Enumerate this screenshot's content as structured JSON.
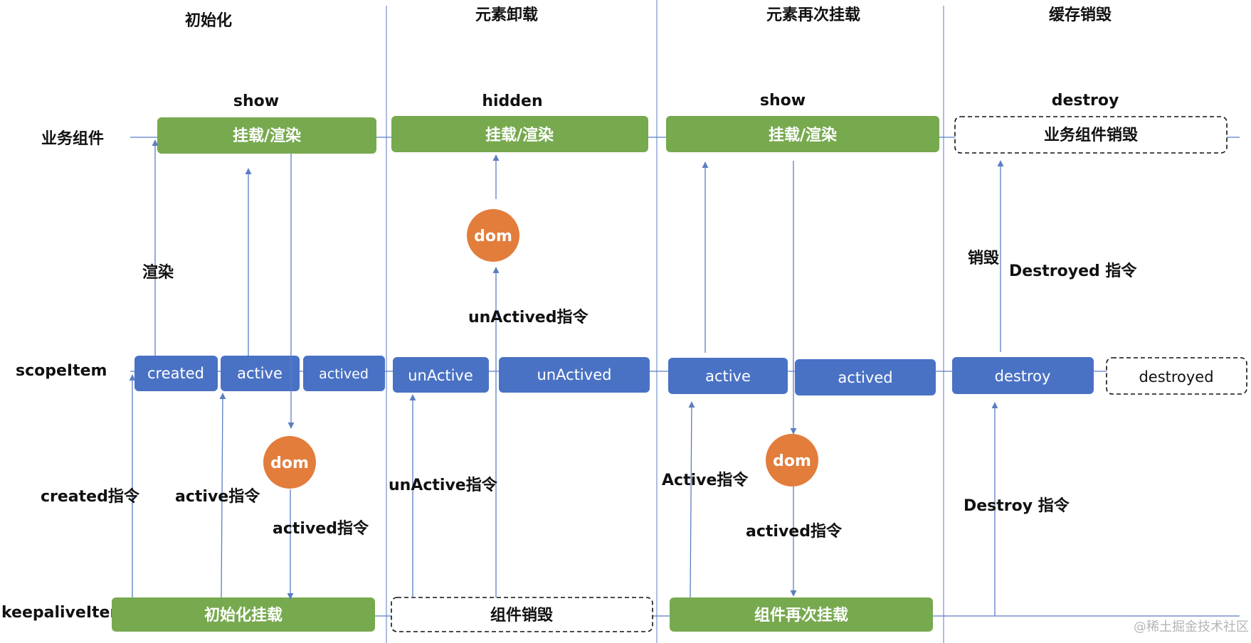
{
  "phases": [
    "初始化",
    "元素卸载",
    "元素再次挂载",
    "缓存销毁"
  ],
  "row_labels": {
    "business": "业务组件",
    "scope": "scopeItem",
    "keepalive": "keepaliveItem"
  },
  "states": [
    "show",
    "hidden",
    "show",
    "destroy"
  ],
  "business_boxes": [
    "挂载/渲染",
    "挂载/渲染",
    "挂载/渲染",
    "业务组件销毁"
  ],
  "scope_boxes": [
    "created",
    "active",
    "actived",
    "unActive",
    "unActived",
    "active",
    "actived",
    "destroy",
    "destroyed"
  ],
  "keepalive_boxes": [
    "初始化挂载",
    "组件销毁",
    "组件再次挂载"
  ],
  "dom_label": "dom",
  "annotations": {
    "render": "渲染",
    "created_cmd": "created指令",
    "active_cmd": "active指令",
    "actived_cmd_1": "actived指令",
    "unactived_cmd": "unActived指令",
    "unactive_cmd": "unActive指令",
    "Active_cmd": "Active指令",
    "actived_cmd_2": "actived指令",
    "destroy_word": "销毁",
    "destroyed_cmd": "Destroyed 指令",
    "destroy_cmd": "Destroy 指令"
  },
  "watermark": "@稀土掘金技术社区",
  "colors": {
    "green": "#77a94f",
    "blue": "#4a72c4",
    "orange": "#e27d3c",
    "line": "#5b7ec3",
    "divider": "#7f9bcf"
  }
}
